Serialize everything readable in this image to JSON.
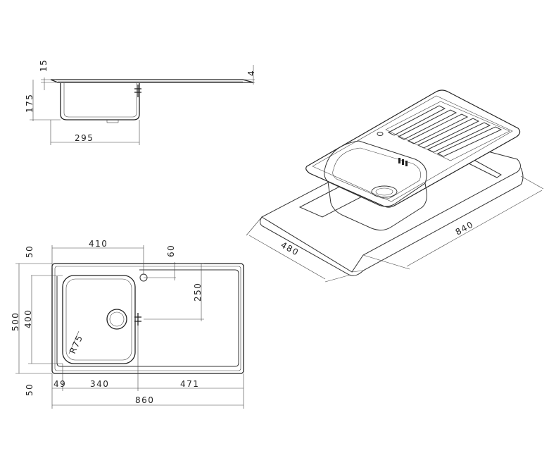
{
  "side_view": {
    "dim_thickness": "15",
    "dim_depth": "175",
    "dim_bowl_width": "295",
    "dim_edge": "4"
  },
  "top_view": {
    "dim_50_top": "50",
    "dim_410": "410",
    "dim_60": "60",
    "dim_250": "250",
    "dim_500": "500",
    "dim_400": "400",
    "dim_radius": "R75",
    "dim_50_bottom": "50",
    "dim_49": "49",
    "dim_340": "340",
    "dim_471": "471",
    "dim_860": "860"
  },
  "iso_view": {
    "dim_840": "840",
    "dim_480": "480"
  }
}
